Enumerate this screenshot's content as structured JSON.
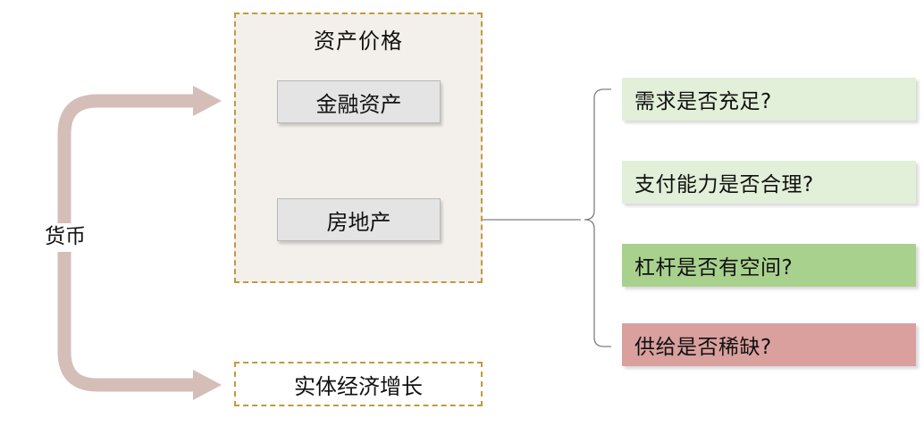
{
  "asset_price": {
    "title": "资产价格",
    "financial_assets": "金融资产",
    "real_estate": "房地产"
  },
  "currency_label": "货币",
  "real_economy": "实体经济增长",
  "questions": [
    {
      "label": "需求是否充足?",
      "color": "#e2f0d9"
    },
    {
      "label": "支付能力是否合理?",
      "color": "#e2f0d9"
    },
    {
      "label": "杠杆是否有空间?",
      "color": "#a9d18e"
    },
    {
      "label": "供给是否稀缺?",
      "color": "#d9a09e"
    }
  ],
  "colors": {
    "arrow": "#d5beb8",
    "dashed_border": "#c19a3e",
    "asset_box_fill": "#f3f0eb",
    "inner_box_fill": "#e4e4e4",
    "connector_line": "#7f7f7f"
  }
}
